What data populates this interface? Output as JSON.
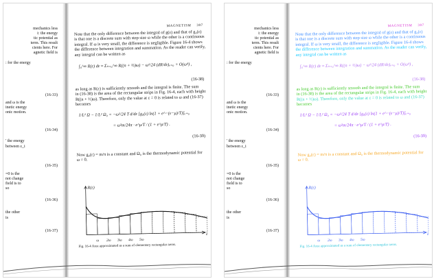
{
  "left_margin": [
    "mechanics less",
    "i: the energy",
    "tic potential as",
    "term. This result",
    "cients here. For",
    "agnetic field is",
    ": for the energy",
    "(16-33)",
    "and ω is the",
    "inetic energy",
    "onic motion.",
    "(16-34)",
    "' the energy",
    "between ε_i",
    "(16-35)",
    "=0 is the",
    "not change",
    "field is to",
    "so",
    "(16-36)",
    "the other",
    "is",
    "(16-37)"
  ],
  "header": {
    "title": "MAGNETISM",
    "page": "387"
  },
  "para1": [
    "Note that the only difference between the integral of g(ε) and that of g₀(ε)",
    "is that one is a discrete sum with step size ω while the other is a continuous",
    "integral. If ω is very small, the difference is negligible. Figure 16-4 shows",
    "the difference between integration and summation. As the reader can verify,",
    "any integral can be written as"
  ],
  "eq1": {
    "lhs": "∫₀^∞ R(ε) dε ≈ ",
    "sum": "Σₙ₌₀^∞ R((n + ½)ω) − ",
    "tail": "ω²/24 (dR/dε)ₑ₌₀ + O(ω⁴) ,",
    "number": "(16-38)"
  },
  "para2": [
    "as long as R(ε) is sufficiently smooth and the integral is finite. The sum",
    "in (16-38) is the area of the rectangular strips in Fig. 16-4, each with height",
    "R((n + ½)ω). Therefore, only the value at ε = 0 is related to ω and (16-37)",
    "becomes"
  ],
  "eq2": {
    "line1": "1/L² Ω − 1/L² Ω₀ = −ω²/24 T d/dε [g₀(ε) ln(1 + e^−(ε−μ)/T)]ₑ₌₀",
    "line2": "= ω²m/24π · e^μ/T / (1 + e^μ/T) .",
    "number": "(16-39)"
  },
  "para3": [
    "Now g₀(ε) = m/π is a constant and Ω₀ is the thermodynamic potential for",
    "ω = 0."
  ],
  "figure": {
    "ylabel": "R(ε)",
    "xlabel": "ε",
    "ticks": [
      "ω",
      "2ω",
      "3ω",
      "4ω",
      "5ω"
    ],
    "caption": "Fig. 16-4  Area approximated as a sum of elementary rectangular areas."
  }
}
